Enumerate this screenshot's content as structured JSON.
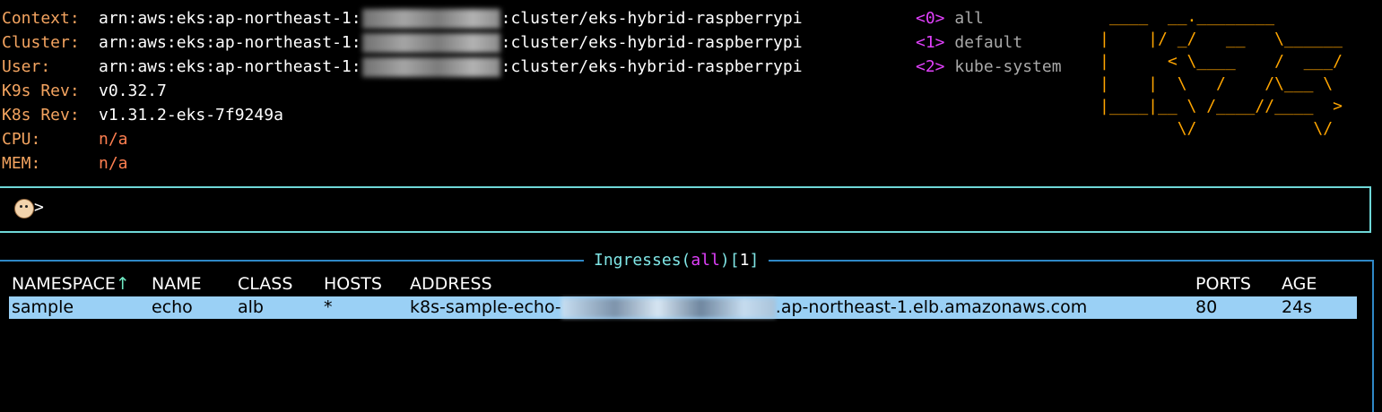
{
  "header": {
    "rows": [
      {
        "label": "Context:",
        "value_prefix": "arn:aws:eks:ap-northeast-1:",
        "value_suffix": ":cluster/eks-hybrid-raspberrypi",
        "redacted": true
      },
      {
        "label": "Cluster:",
        "value_prefix": "arn:aws:eks:ap-northeast-1:",
        "value_suffix": ":cluster/eks-hybrid-raspberrypi",
        "redacted": true
      },
      {
        "label": "User:",
        "value_prefix": "arn:aws:eks:ap-northeast-1:",
        "value_suffix": ":cluster/eks-hybrid-raspberrypi",
        "redacted": true
      },
      {
        "label": "K9s Rev:",
        "value": "v0.32.7"
      },
      {
        "label": "K8s Rev:",
        "value": "v1.31.2-eks-7f9249a"
      },
      {
        "label": "CPU:",
        "value": "n/a"
      },
      {
        "label": "MEM:",
        "value": "n/a"
      }
    ]
  },
  "namespaces": [
    {
      "key": "<0>",
      "name": "all"
    },
    {
      "key": "<1>",
      "name": "default"
    },
    {
      "key": "<2>",
      "name": "kube-system"
    }
  ],
  "logo": " ____  __.________       \n|    |/ _/   __   \\______\n|      < \\____    /  ___/\n|    |  \\   /    /\\___ \\ \n|____|__ \\ /____//____  >\n        \\/            \\/ ",
  "prompt": {
    "icon": "dog-icon",
    "caret": ">",
    "value": ""
  },
  "table": {
    "title": {
      "resource": "Ingresses",
      "open_paren": "(",
      "namespace": "all",
      "close_paren": ")",
      "open_bracket": "[",
      "count": "1",
      "close_bracket": "]"
    },
    "columns": [
      "NAMESPACE",
      "NAME",
      "CLASS",
      "HOSTS",
      "ADDRESS",
      "PORTS",
      "AGE"
    ],
    "sort_indicator": "↑",
    "rows": [
      {
        "namespace": "sample",
        "name": "echo",
        "class": "alb",
        "hosts": "*",
        "address_prefix": "k8s-sample-echo-",
        "address_suffix": ".ap-northeast-1.elb.amazonaws.com",
        "ports": "80",
        "age": "24s"
      }
    ]
  },
  "colors": {
    "label": "#f4a460",
    "namespace_key": "#e040fb",
    "logo": "#ffa500",
    "prompt_border": "#6fd8d8",
    "frame_border": "#2f88c7",
    "selected_row": "#9ad0f5"
  }
}
